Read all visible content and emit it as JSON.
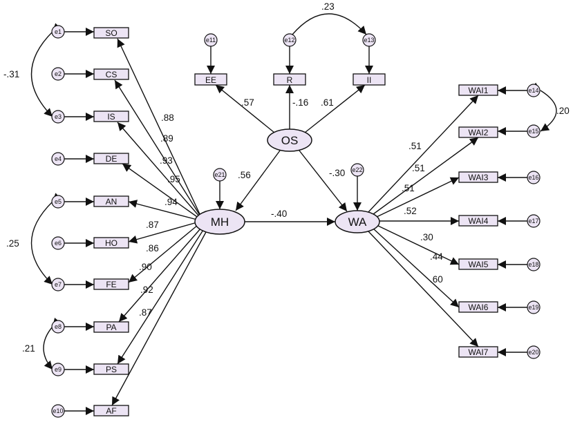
{
  "colors": {
    "node_fill": "#ece4f4",
    "stroke": "#111111",
    "background": "#ffffff"
  },
  "latents": {
    "OS": "OS",
    "MH": "MH",
    "WA": "WA"
  },
  "indicators": {
    "SO": "SO",
    "CS": "CS",
    "IS": "IS",
    "DE": "DE",
    "AN": "AN",
    "HO": "HO",
    "FE": "FE",
    "PA": "PA",
    "PS": "PS",
    "AF": "AF",
    "EE": "EE",
    "R": "R",
    "II": "II",
    "WAI1": "WAI1",
    "WAI2": "WAI2",
    "WAI3": "WAI3",
    "WAI4": "WAI4",
    "WAI5": "WAI5",
    "WAI6": "WAI6",
    "WAI7": "WAI7"
  },
  "errors": {
    "e1": "e1",
    "e2": "e2",
    "e3": "e3",
    "e4": "e4",
    "e5": "e5",
    "e6": "e6",
    "e7": "e7",
    "e8": "e8",
    "e9": "e9",
    "e10": "e10",
    "e11": "e11",
    "e12": "e12",
    "e13": "e13",
    "e14": "e14",
    "e15": "e15",
    "e16": "e16",
    "e17": "e17",
    "e18": "e18",
    "e19": "e19",
    "e20": "e20",
    "e21": "e21",
    "e22": "e22"
  },
  "coefficients": {
    "SO": ".88",
    "CS": ".89",
    "IS": ".93",
    "DE": ".95",
    "AN": ".94",
    "HO": ".87",
    "FE": ".86",
    "PA": ".90",
    "PS": ".92",
    "AF": ".87",
    "EE": ".57",
    "R": "-.16",
    "II": ".61",
    "OS_MH": ".56",
    "OS_WA": "-.30",
    "MH_WA": "-.40",
    "WAI1": ".51",
    "WAI2": ".51",
    "WAI3": ".51",
    "WAI4": ".52",
    "WAI5": ".30",
    "WAI6": ".44",
    "WAI7": ".60"
  },
  "covariances": {
    "e1_e3": "-.31",
    "e5_e7": ".25",
    "e8_e9": ".21",
    "e12_e13": ".23",
    "e14_e15": ".20"
  }
}
